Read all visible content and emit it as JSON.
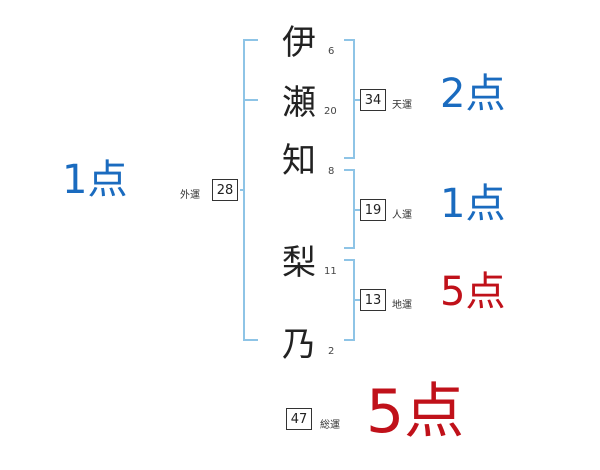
{
  "name_chars": [
    {
      "char": "伊",
      "strokes": "6"
    },
    {
      "char": "瀬",
      "strokes": "20"
    },
    {
      "char": "知",
      "strokes": "8"
    },
    {
      "char": "梨",
      "strokes": "11"
    },
    {
      "char": "乃",
      "strokes": "2"
    }
  ],
  "gaiun": {
    "label": "外運",
    "value": "28",
    "score": "1点"
  },
  "tenun": {
    "label": "天運",
    "value": "34",
    "score": "2点"
  },
  "jinun": {
    "label": "人運",
    "value": "19",
    "score": "1点"
  },
  "chiun": {
    "label": "地運",
    "value": "13",
    "score": "5点"
  },
  "souun": {
    "label": "総運",
    "value": "47",
    "score": "5点"
  },
  "colors": {
    "bracket": "#8ec4e6",
    "good": "#1a6bbf",
    "best": "#c0111a"
  }
}
